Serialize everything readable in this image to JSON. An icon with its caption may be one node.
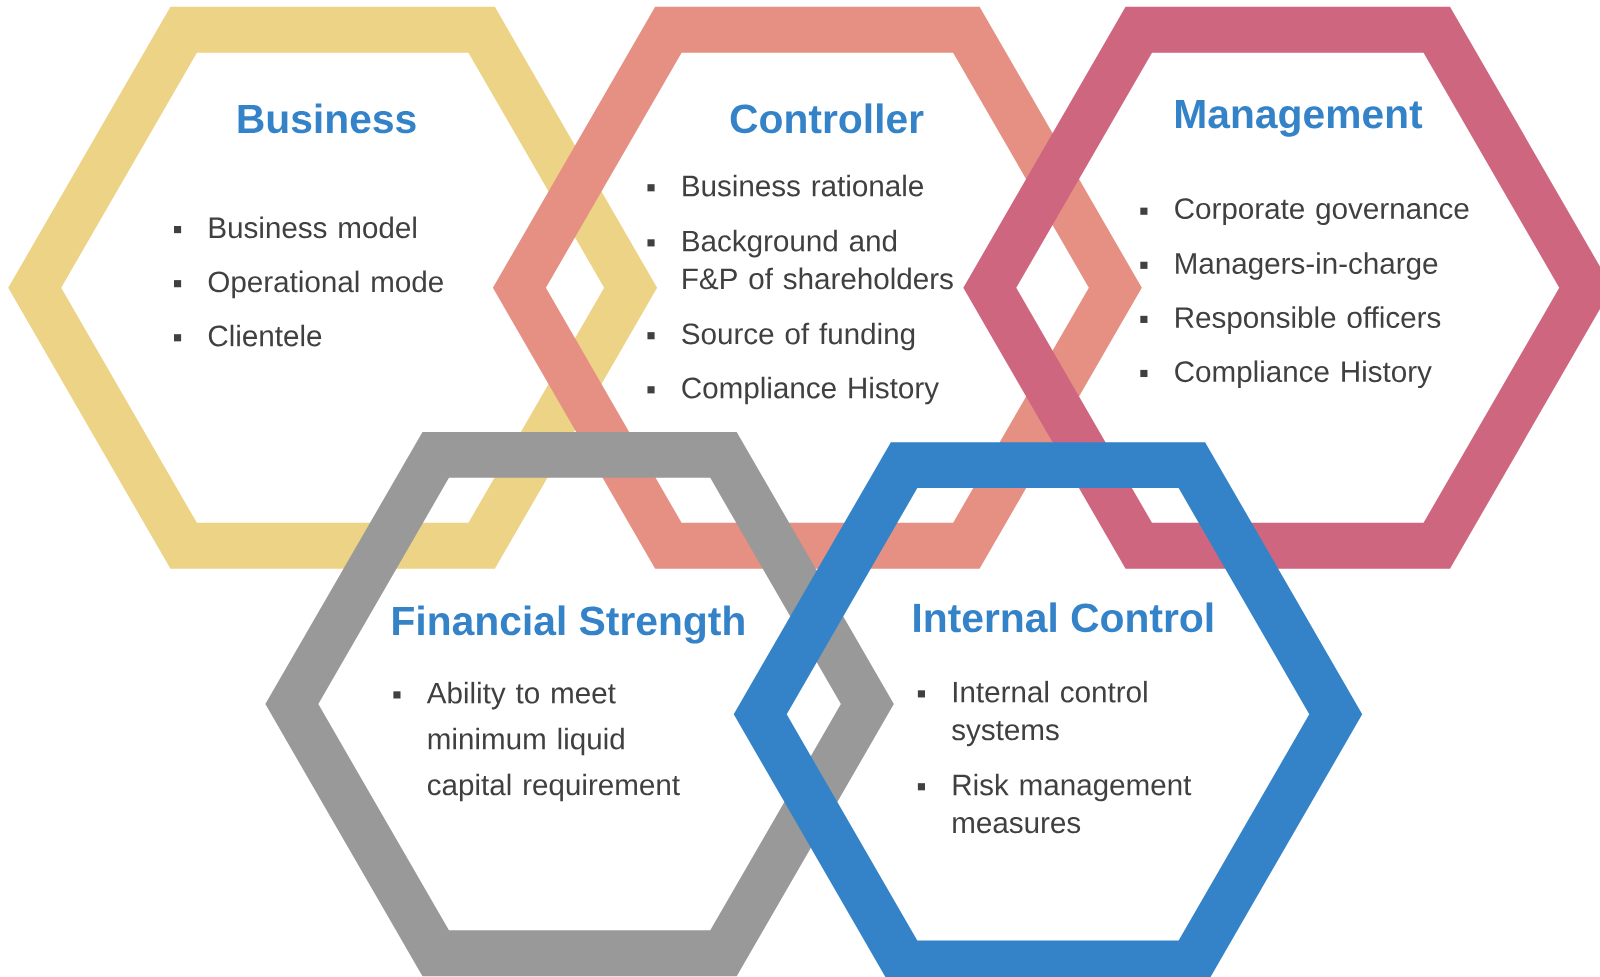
{
  "diagram": {
    "nodes": [
      {
        "text": [
          "Business",
          "Business model",
          "Operational mode",
          "Clientele"
        ]
      },
      {
        "text": [
          "Controller",
          "Business rationale",
          "Background and F&P of shareholders",
          "Source of funding",
          "Compliance History"
        ]
      },
      {
        "text": [
          "Management",
          "Corporate governance",
          "Managers-in-charge",
          "Responsible officers",
          "Compliance History"
        ]
      },
      {
        "text": [
          "Financial Strength",
          "Ability to meet minimum liquid capital requirement"
        ]
      },
      {
        "text": [
          "Internal Control",
          "Internal control systems",
          "Risk management measures"
        ]
      }
    ]
  }
}
